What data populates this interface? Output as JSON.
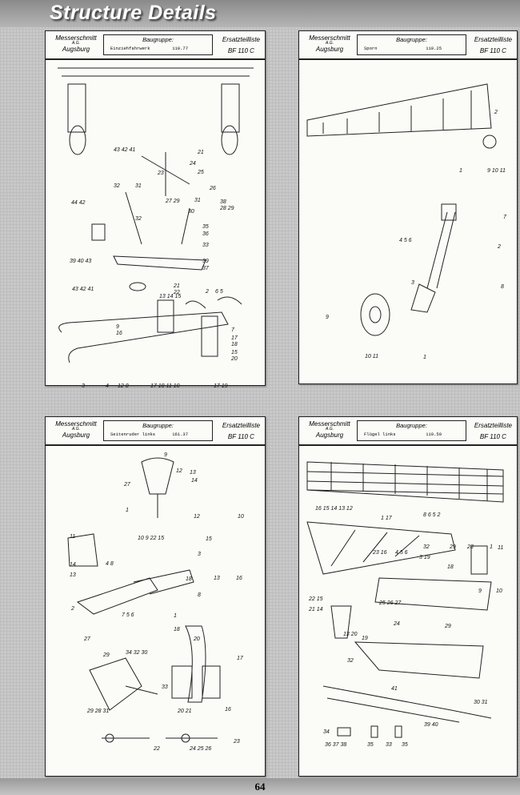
{
  "page": {
    "section_title": "Structure Details",
    "page_number": "64"
  },
  "panels": [
    {
      "maker": "Messerschmitt",
      "maker_sub": "A.G.",
      "city": "Augsburg",
      "group_label": "Baugruppe:",
      "group_name": "Einziehfahrwerk",
      "group_number": "110.77",
      "list_label": "Ersatzteilliste",
      "type": "BF 110 C",
      "callouts": [
        "43 42 41",
        "21",
        "24",
        "23",
        "25",
        "26",
        "32",
        "31",
        "27 29",
        "31",
        "28 29",
        "30",
        "38",
        "44 42",
        "32",
        "35",
        "36",
        "39 40 43",
        "33",
        "39",
        "37",
        "43 42 41",
        "21",
        "22",
        "13 14 15",
        "2",
        "6 5",
        "9",
        "16",
        "7",
        "17",
        "18",
        "15",
        "20",
        "3",
        "4",
        "12 8",
        "17 18 11 10",
        "17 19"
      ]
    },
    {
      "maker": "Messerschmitt",
      "maker_sub": "A.G.",
      "city": "Augsburg",
      "group_label": "Baugruppe:",
      "group_name": "Sporn",
      "group_number": "110.25",
      "list_label": "Ersatzteilliste",
      "type": "BF 110 C",
      "callouts": [
        "2",
        "1",
        "9 10 11",
        "7",
        "4 5 6",
        "2",
        "3",
        "8",
        "9",
        "10 11",
        "1"
      ]
    },
    {
      "maker": "Messerschmitt",
      "maker_sub": "A.G.",
      "city": "Augsburg",
      "group_label": "Baugruppe:",
      "group_name": "Seitenruder links",
      "group_number": "161.37",
      "list_label": "Ersatzteilliste",
      "type": "BF 110 C",
      "callouts": [
        "9",
        "12",
        "27",
        "1",
        "10 9 22 15",
        "13",
        "14",
        "12",
        "10",
        "11",
        "14",
        "13",
        "15",
        "13",
        "18",
        "16",
        "4 8",
        "3",
        "2",
        "7 5 6",
        "1",
        "8",
        "27",
        "29",
        "34 32 30",
        "33",
        "29 28 31",
        "18",
        "20",
        "17",
        "20 21",
        "16",
        "23",
        "22",
        "24 25 26"
      ]
    },
    {
      "maker": "Messerschmitt",
      "maker_sub": "A.G.",
      "city": "Augsburg",
      "group_label": "Baugruppe:",
      "group_name": "Flügel links",
      "group_number": "110.50",
      "list_label": "Ersatzteilliste",
      "type": "BF 110 C",
      "callouts": [
        "16 15 14 13 12",
        "1 17",
        "8 6 5 2",
        "32",
        "29",
        "28",
        "1",
        "23 16",
        "4 5 6",
        "3 19",
        "18",
        "11",
        "9",
        "10",
        "22 15",
        "21 14",
        "25 26 27",
        "24",
        "29",
        "13 20",
        "19",
        "32",
        "41",
        "34",
        "39 40",
        "36 37 38",
        "35",
        "33",
        "35",
        "30 31"
      ]
    }
  ]
}
